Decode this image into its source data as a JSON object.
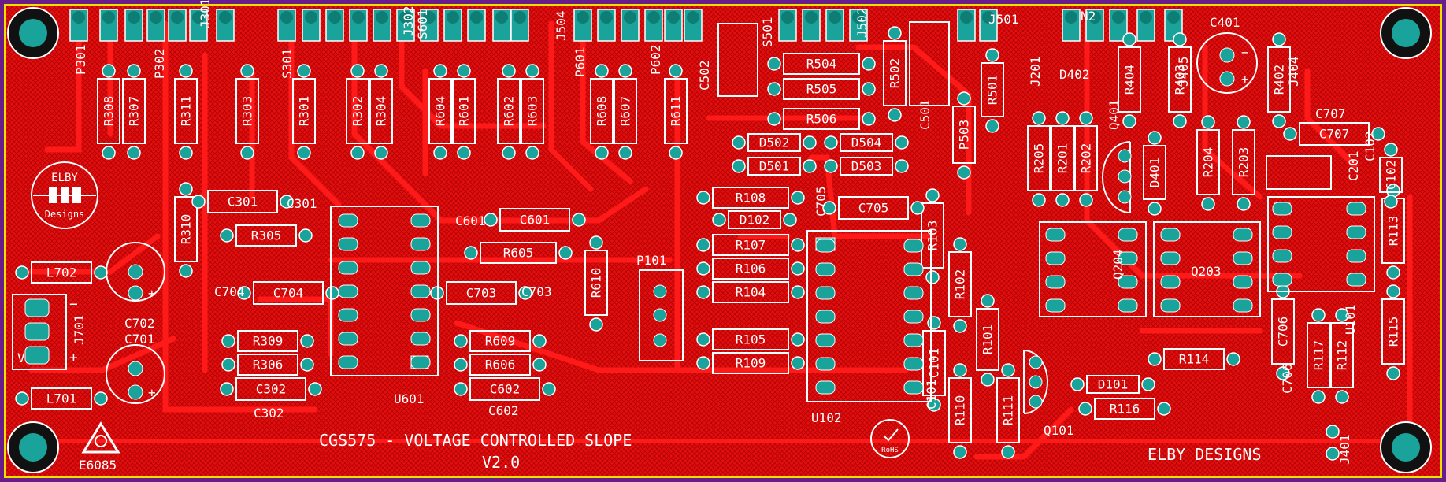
{
  "board": {
    "title": "CGS575 - VOLTAGE CONTROLLED SLOPE",
    "version": "V2.0",
    "maker": "ELBY DESIGNS",
    "logo_line1": "ELBY",
    "logo_line2": "Designs",
    "cert_code": "E6085",
    "rohs": "RoHS"
  },
  "colors": {
    "border": "#6a1d8a",
    "copper": "#e10f0f",
    "copper_dark": "#b30000",
    "pad": "#1aa39a",
    "silk": "#ffffff",
    "hole": "#111111"
  },
  "labels": {
    "P301": "P301",
    "R308": "R308",
    "R307": "R307",
    "P302": "P302",
    "R311": "R311",
    "J301": "J301",
    "R303": "R303",
    "S301": "S301",
    "R301": "R301",
    "R302": "R302",
    "R304": "R304",
    "J302": "J302",
    "S601": "S601",
    "R604": "R604",
    "R601": "R601",
    "R602": "R602",
    "R603": "R603",
    "J504": "J504",
    "P601": "P601",
    "R608": "R608",
    "R607": "R607",
    "P602": "P602",
    "R611": "R611",
    "C502": "C502",
    "S501": "S501",
    "R504": "R504",
    "R505": "R505",
    "R506": "R506",
    "J502": "J502",
    "R502": "R502",
    "C501": "C501",
    "J501": "J501",
    "P503": "P503",
    "R501": "R501",
    "J201": "J201",
    "D402": "D402",
    "R404": "R404",
    "J405": "J405",
    "R403": "R403",
    "C401": "C401",
    "R402": "R402",
    "J404": "J404",
    "R205": "R205",
    "R201": "R201",
    "R202": "R202",
    "Q401": "Q401",
    "D401": "D401",
    "R204": "R204",
    "R203": "R203",
    "C707": "C707",
    "C201": "C201",
    "C102": "C102",
    "R113": "R113",
    "D502": "D502",
    "D501": "D501",
    "D504": "D504",
    "D503": "D503",
    "R108": "R108",
    "D102": "D102",
    "C705": "C705",
    "R103": "R103",
    "C301": "C301",
    "R310": "R310",
    "R305": "R305",
    "C601": "C601",
    "R605": "R605",
    "R610": "R610",
    "P101": "P101",
    "R107": "R107",
    "R106": "R106",
    "R104": "R104",
    "Q204": "Q204",
    "Q203": "Q203",
    "U101": "U101",
    "R115": "R115",
    "L702": "L702",
    "C702": "C702",
    "J701": "J701",
    "C704": "C704",
    "C703": "C703",
    "R309": "R309",
    "R306": "R306",
    "R609": "R609",
    "R606": "R606",
    "R105": "R105",
    "R109": "R109",
    "R102": "R102",
    "R101": "R101",
    "R114": "R114",
    "R117": "R117",
    "R112": "R112",
    "C706": "C706",
    "L701": "L701",
    "C701": "C701",
    "C302": "C302",
    "C602": "C602",
    "U601": "U601",
    "U102": "U102",
    "C101": "C101",
    "R110": "R110",
    "R111": "R111",
    "Q101": "Q101",
    "D101": "D101",
    "R116": "R116",
    "J401": "J401",
    "N2": "N2"
  }
}
